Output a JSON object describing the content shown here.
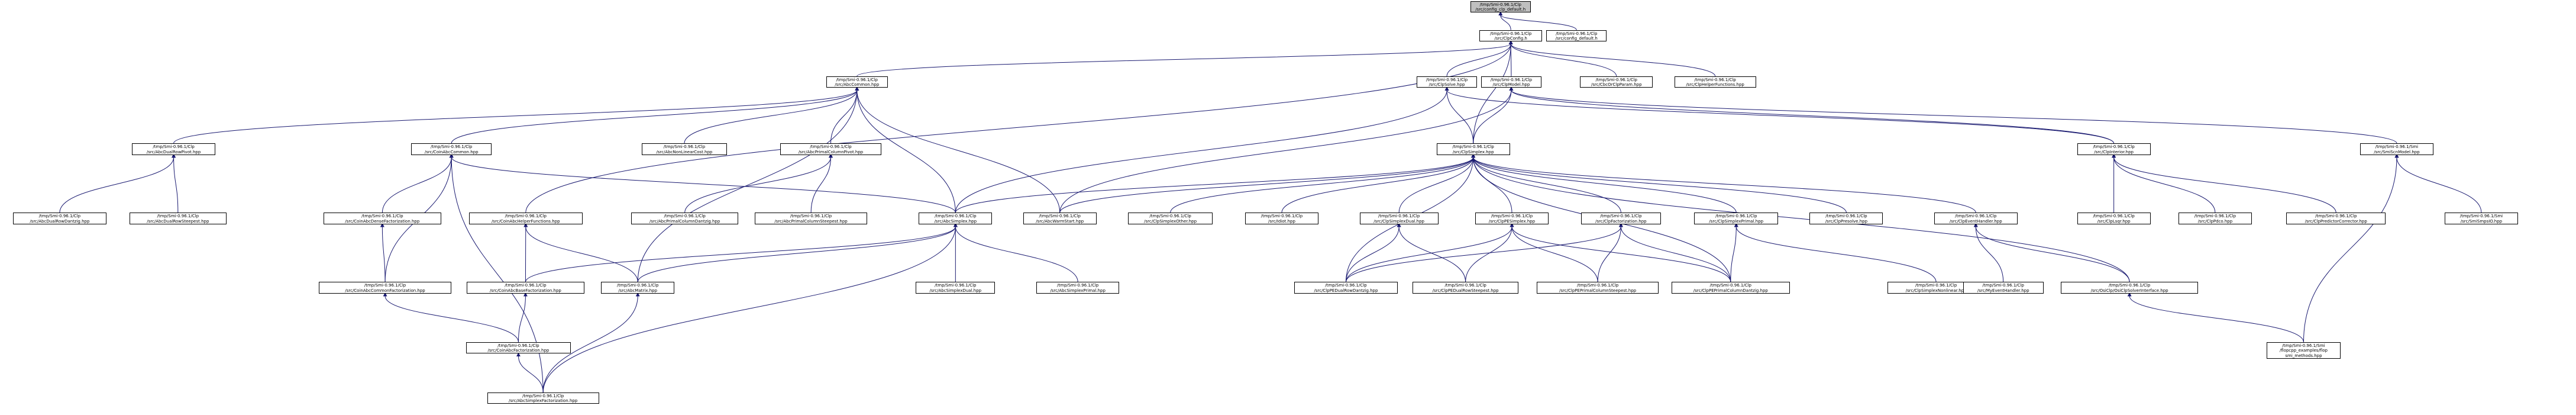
{
  "nodes": [
    {
      "id": "config_clp_default",
      "root": true,
      "l1": "/tmp/Smi-0.96.1/Clp",
      "l2": "/src/config_clp_default.h"
    },
    {
      "id": "ClpConfig",
      "l1": "/tmp/Smi-0.96.1/Clp",
      "l2": "/src/ClpConfig.h"
    },
    {
      "id": "config_default",
      "l1": "/tmp/Smi-0.96.1/Clp",
      "l2": "/src/config_default.h"
    },
    {
      "id": "AbcCommon",
      "l1": "/tmp/Smi-0.96.1/Clp",
      "l2": "/src/AbcCommon.hpp"
    },
    {
      "id": "ClpSolve",
      "l1": "/tmp/Smi-0.96.1/Clp",
      "l2": "/src/ClpSolve.hpp"
    },
    {
      "id": "ClpModel",
      "l1": "/tmp/Smi-0.96.1/Clp",
      "l2": "/src/ClpModel.hpp"
    },
    {
      "id": "CbcOrClpParam",
      "l1": "/tmp/Smi-0.96.1/Clp",
      "l2": "/src/CbcOrClpParam.hpp"
    },
    {
      "id": "ClpHelperFunctions",
      "l1": "/tmp/Smi-0.96.1/Clp",
      "l2": "/src/ClpHelperFunctions.hpp"
    },
    {
      "id": "AbcDualRowPivot",
      "l1": "/tmp/Smi-0.96.1/Clp",
      "l2": "/src/AbcDualRowPivot.hpp"
    },
    {
      "id": "CoinAbcCommon",
      "l1": "/tmp/Smi-0.96.1/Clp",
      "l2": "/src/CoinAbcCommon.hpp"
    },
    {
      "id": "AbcNonLinearCost",
      "l1": "/tmp/Smi-0.96.1/Clp",
      "l2": "/src/AbcNonLinearCost.hpp"
    },
    {
      "id": "AbcPrimalColumnPivot",
      "l1": "/tmp/Smi-0.96.1/Clp",
      "l2": "/src/AbcPrimalColumnPivot.hpp"
    },
    {
      "id": "ClpSimplex",
      "l1": "/tmp/Smi-0.96.1/Clp",
      "l2": "/src/ClpSimplex.hpp"
    },
    {
      "id": "ClpInterior",
      "l1": "/tmp/Smi-0.96.1/Clp",
      "l2": "/src/ClpInterior.hpp"
    },
    {
      "id": "SmiScnModel",
      "l1": "/tmp/Smi-0.96.1/Smi",
      "l2": "/src/SmiScnModel.hpp"
    },
    {
      "id": "AbcDualRowDantzig",
      "l1": "/tmp/Smi-0.96.1/Clp",
      "l2": "/src/AbcDualRowDantzig.hpp"
    },
    {
      "id": "AbcDualRowSteepest",
      "l1": "/tmp/Smi-0.96.1/Clp",
      "l2": "/src/AbcDualRowSteepest.hpp"
    },
    {
      "id": "CoinAbcDenseFactorization",
      "l1": "/tmp/Smi-0.96.1/Clp",
      "l2": "/src/CoinAbcDenseFactorization.hpp"
    },
    {
      "id": "CoinAbcHelperFunctions",
      "l1": "/tmp/Smi-0.96.1/Clp",
      "l2": "/src/CoinAbcHelperFunctions.hpp"
    },
    {
      "id": "AbcPrimalColumnDantzig",
      "l1": "/tmp/Smi-0.96.1/Clp",
      "l2": "/src/AbcPrimalColumnDantzig.hpp"
    },
    {
      "id": "AbcPrimalColumnSteepest",
      "l1": "/tmp/Smi-0.96.1/Clp",
      "l2": "/src/AbcPrimalColumnSteepest.hpp"
    },
    {
      "id": "AbcSimplex",
      "l1": "/tmp/Smi-0.96.1/Clp",
      "l2": "/src/AbcSimplex.hpp"
    },
    {
      "id": "AbcWarmStart",
      "l1": "/tmp/Smi-0.96.1/Clp",
      "l2": "/src/AbcWarmStart.hpp"
    },
    {
      "id": "ClpSimplexOther",
      "l1": "/tmp/Smi-0.96.1/Clp",
      "l2": "/src/ClpSimplexOther.hpp"
    },
    {
      "id": "Idiot",
      "l1": "/tmp/Smi-0.96.1/Clp",
      "l2": "/src/Idiot.hpp"
    },
    {
      "id": "ClpSimplexDual",
      "l1": "/tmp/Smi-0.96.1/Clp",
      "l2": "/src/ClpSimplexDual.hpp"
    },
    {
      "id": "ClpPESimplex",
      "l1": "/tmp/Smi-0.96.1/Clp",
      "l2": "/src/ClpPESimplex.hpp"
    },
    {
      "id": "ClpFactorization",
      "l1": "/tmp/Smi-0.96.1/Clp",
      "l2": "/src/ClpFactorization.hpp"
    },
    {
      "id": "ClpSimplexPrimal",
      "l1": "/tmp/Smi-0.96.1/Clp",
      "l2": "/src/ClpSimplexPrimal.hpp"
    },
    {
      "id": "ClpPresolve",
      "l1": "/tmp/Smi-0.96.1/Clp",
      "l2": "/src/ClpPresolve.hpp"
    },
    {
      "id": "ClpEventHandler",
      "l1": "/tmp/Smi-0.96.1/Clp",
      "l2": "/src/ClpEventHandler.hpp"
    },
    {
      "id": "ClpLsqr",
      "l1": "/tmp/Smi-0.96.1/Clp",
      "l2": "/src/ClpLsqr.hpp"
    },
    {
      "id": "ClpPdco",
      "l1": "/tmp/Smi-0.96.1/Clp",
      "l2": "/src/ClpPdco.hpp"
    },
    {
      "id": "ClpPredictorCorrector",
      "l1": "/tmp/Smi-0.96.1/Clp",
      "l2": "/src/ClpPredictorCorrector.hpp"
    },
    {
      "id": "SmiSmpsIO",
      "l1": "/tmp/Smi-0.96.1/Smi",
      "l2": "/src/SmiSmpsIO.hpp"
    },
    {
      "id": "CoinAbcCommonFactorization",
      "l1": "/tmp/Smi-0.96.1/Clp",
      "l2": "/src/CoinAbcCommonFactorization.hpp"
    },
    {
      "id": "CoinAbcBaseFactorization",
      "l1": "/tmp/Smi-0.96.1/Clp",
      "l2": "/src/CoinAbcBaseFactorization.hpp"
    },
    {
      "id": "AbcMatrix",
      "l1": "/tmp/Smi-0.96.1/Clp",
      "l2": "/src/AbcMatrix.hpp"
    },
    {
      "id": "AbcSimplexDual",
      "l1": "/tmp/Smi-0.96.1/Clp",
      "l2": "/src/AbcSimplexDual.hpp"
    },
    {
      "id": "AbcSimplexPrimal",
      "l1": "/tmp/Smi-0.96.1/Clp",
      "l2": "/src/AbcSimplexPrimal.hpp"
    },
    {
      "id": "ClpPEDualRowDantzig",
      "l1": "/tmp/Smi-0.96.1/Clp",
      "l2": "/src/ClpPEDualRowDantzig.hpp"
    },
    {
      "id": "ClpPEDualRowSteepest",
      "l1": "/tmp/Smi-0.96.1/Clp",
      "l2": "/src/ClpPEDualRowSteepest.hpp"
    },
    {
      "id": "ClpPEPrimalColumnSteepest",
      "l1": "/tmp/Smi-0.96.1/Clp",
      "l2": "/src/ClpPEPrimalColumnSteepest.hpp"
    },
    {
      "id": "ClpPEPrimalColumnDantzig",
      "l1": "/tmp/Smi-0.96.1/Clp",
      "l2": "/src/ClpPEPrimalColumnDantzig.hpp"
    },
    {
      "id": "ClpSimplexNonlinear",
      "l1": "/tmp/Smi-0.96.1/Clp",
      "l2": "/src/ClpSimplexNonlinear.hpp"
    },
    {
      "id": "MyEventHandler",
      "l1": "/tmp/Smi-0.96.1/Clp",
      "l2": "/src/MyEventHandler.hpp"
    },
    {
      "id": "OsiClpSolverInterface",
      "l1": "/tmp/Smi-0.96.1/Clp",
      "l2": "/src/OsiClp/OsiClpSolverInterface.hpp"
    },
    {
      "id": "CoinAbcFactorization",
      "l1": "/tmp/Smi-0.96.1/Clp",
      "l2": "/src/CoinAbcFactorization.hpp"
    },
    {
      "id": "flopcpp_smi_methods",
      "l1": "/tmp/Smi-0.96.1/Smi",
      "l2": "/flopcpp_examples/flop",
      "l3": "smi_methods.hpp"
    },
    {
      "id": "AbcSimplexFactorization",
      "l1": "/tmp/Smi-0.96.1/Clp",
      "l2": "/src/AbcSimplexFactorization.hpp"
    }
  ],
  "edges": [
    [
      "config_clp_default",
      "ClpConfig"
    ],
    [
      "config_clp_default",
      "config_default"
    ],
    [
      "ClpConfig",
      "AbcCommon"
    ],
    [
      "ClpConfig",
      "ClpSolve"
    ],
    [
      "ClpConfig",
      "ClpModel"
    ],
    [
      "ClpConfig",
      "CbcOrClpParam"
    ],
    [
      "ClpConfig",
      "ClpHelperFunctions"
    ],
    [
      "ClpConfig",
      "ClpSimplex"
    ],
    [
      "ClpConfig",
      "CoinAbcHelperFunctions"
    ],
    [
      "AbcCommon",
      "AbcDualRowPivot"
    ],
    [
      "AbcCommon",
      "CoinAbcCommon"
    ],
    [
      "AbcCommon",
      "AbcNonLinearCost"
    ],
    [
      "AbcCommon",
      "AbcPrimalColumnPivot"
    ],
    [
      "AbcCommon",
      "AbcSimplex"
    ],
    [
      "AbcCommon",
      "AbcWarmStart"
    ],
    [
      "AbcCommon",
      "AbcMatrix"
    ],
    [
      "AbcDualRowPivot",
      "AbcDualRowDantzig"
    ],
    [
      "AbcDualRowPivot",
      "AbcDualRowSteepest"
    ],
    [
      "CoinAbcCommon",
      "CoinAbcDenseFactorization"
    ],
    [
      "CoinAbcCommon",
      "CoinAbcCommonFactorization"
    ],
    [
      "CoinAbcCommon",
      "AbcSimplexFactorization"
    ],
    [
      "CoinAbcCommon",
      "AbcSimplex"
    ],
    [
      "AbcPrimalColumnPivot",
      "AbcPrimalColumnDantzig"
    ],
    [
      "AbcPrimalColumnPivot",
      "AbcPrimalColumnSteepest"
    ],
    [
      "ClpSolve",
      "ClpSimplex"
    ],
    [
      "ClpSolve",
      "AbcSimplex"
    ],
    [
      "ClpSolve",
      "ClpInterior"
    ],
    [
      "ClpModel",
      "ClpSimplex"
    ],
    [
      "ClpModel",
      "ClpInterior"
    ],
    [
      "ClpModel",
      "SmiScnModel"
    ],
    [
      "ClpModel",
      "AbcWarmStart"
    ],
    [
      "ClpSimplex",
      "AbcSimplex"
    ],
    [
      "ClpSimplex",
      "AbcWarmStart"
    ],
    [
      "ClpSimplex",
      "ClpSimplexOther"
    ],
    [
      "ClpSimplex",
      "Idiot"
    ],
    [
      "ClpSimplex",
      "ClpSimplexDual"
    ],
    [
      "ClpSimplex",
      "ClpPESimplex"
    ],
    [
      "ClpSimplex",
      "ClpFactorization"
    ],
    [
      "ClpSimplex",
      "ClpSimplexPrimal"
    ],
    [
      "ClpSimplex",
      "ClpPresolve"
    ],
    [
      "ClpSimplex",
      "ClpEventHandler"
    ],
    [
      "ClpSimplex",
      "OsiClpSolverInterface"
    ],
    [
      "ClpSimplex",
      "ClpPEDualRowDantzig"
    ],
    [
      "ClpSimplex",
      "ClpPEPrimalColumnDantzig"
    ],
    [
      "ClpInterior",
      "ClpLsqr"
    ],
    [
      "ClpInterior",
      "ClpPdco"
    ],
    [
      "ClpInterior",
      "ClpPredictorCorrector"
    ],
    [
      "SmiScnModel",
      "SmiSmpsIO"
    ],
    [
      "SmiScnModel",
      "flopcpp_smi_methods"
    ],
    [
      "CoinAbcDenseFactorization",
      "CoinAbcCommonFactorization"
    ],
    [
      "CoinAbcHelperFunctions",
      "CoinAbcBaseFactorization"
    ],
    [
      "CoinAbcHelperFunctions",
      "AbcMatrix"
    ],
    [
      "AbcSimplex",
      "CoinAbcBaseFactorization"
    ],
    [
      "AbcSimplex",
      "AbcMatrix"
    ],
    [
      "AbcSimplex",
      "AbcSimplexDual"
    ],
    [
      "AbcSimplex",
      "AbcSimplexPrimal"
    ],
    [
      "AbcSimplex",
      "AbcSimplexFactorization"
    ],
    [
      "ClpSimplexDual",
      "ClpPEDualRowDantzig"
    ],
    [
      "ClpSimplexDual",
      "ClpPEDualRowSteepest"
    ],
    [
      "ClpPESimplex",
      "ClpPEDualRowDantzig"
    ],
    [
      "ClpPESimplex",
      "ClpPEDualRowSteepest"
    ],
    [
      "ClpPESimplex",
      "ClpPEPrimalColumnSteepest"
    ],
    [
      "ClpPESimplex",
      "ClpPEPrimalColumnDantzig"
    ],
    [
      "ClpFactorization",
      "ClpPEDualRowDantzig"
    ],
    [
      "ClpFactorization",
      "ClpPEPrimalColumnSteepest"
    ],
    [
      "ClpFactorization",
      "ClpPEPrimalColumnDantzig"
    ],
    [
      "ClpSimplexPrimal",
      "ClpPEPrimalColumnDantzig"
    ],
    [
      "ClpSimplexPrimal",
      "ClpSimplexNonlinear"
    ],
    [
      "ClpEventHandler",
      "MyEventHandler"
    ],
    [
      "ClpEventHandler",
      "OsiClpSolverInterface"
    ],
    [
      "OsiClpSolverInterface",
      "flopcpp_smi_methods"
    ],
    [
      "CoinAbcCommonFactorization",
      "CoinAbcFactorization"
    ],
    [
      "CoinAbcBaseFactorization",
      "CoinAbcFactorization"
    ],
    [
      "CoinAbcFactorization",
      "AbcSimplexFactorization"
    ],
    [
      "AbcMatrix",
      "AbcSimplexFactorization"
    ]
  ]
}
